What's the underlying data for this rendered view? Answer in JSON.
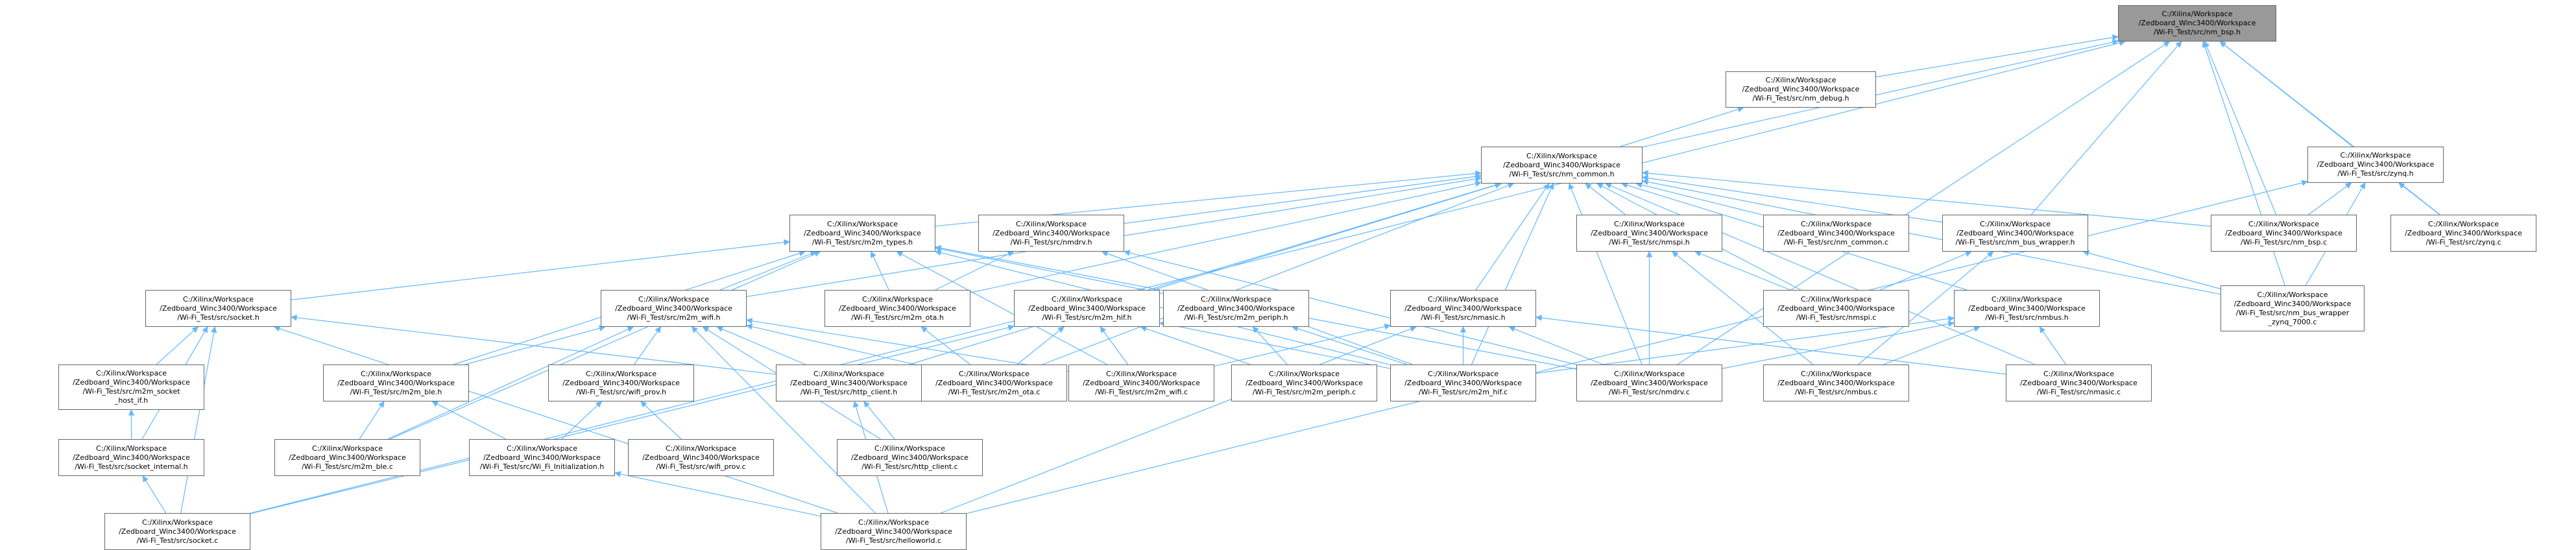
{
  "colors": {
    "edge": "#63b8ff",
    "node_border": "#666666",
    "node_fill": "#ffffff",
    "root_fill": "#999999"
  },
  "nodes": [
    {
      "id": "n1",
      "label": [
        "C:/Xilinx/Workspace",
        "/Zedboard_Winc3400/Workspace",
        "/Wi-Fi_Test/src/nm_bsp.h"
      ],
      "root": true
    },
    {
      "id": "n2",
      "label": [
        "C:/Xilinx/Workspace",
        "/Zedboard_Winc3400/Workspace",
        "/Wi-Fi_Test/src/nm_debug.h"
      ]
    },
    {
      "id": "n3",
      "label": [
        "C:/Xilinx/Workspace",
        "/Zedboard_Winc3400/Workspace",
        "/Wi-Fi_Test/src/nm_common.h"
      ]
    },
    {
      "id": "n4",
      "label": [
        "C:/Xilinx/Workspace",
        "/Zedboard_Winc3400/Workspace",
        "/Wi-Fi_Test/src/zynq.h"
      ]
    },
    {
      "id": "n5",
      "label": [
        "C:/Xilinx/Workspace",
        "/Zedboard_Winc3400/Workspace",
        "/Wi-Fi_Test/src/m2m_types.h"
      ]
    },
    {
      "id": "n6",
      "label": [
        "C:/Xilinx/Workspace",
        "/Zedboard_Winc3400/Workspace",
        "/Wi-Fi_Test/src/nmdrv.h"
      ]
    },
    {
      "id": "n7",
      "label": [
        "C:/Xilinx/Workspace",
        "/Zedboard_Winc3400/Workspace",
        "/Wi-Fi_Test/src/nmspi.h"
      ]
    },
    {
      "id": "n8",
      "label": [
        "C:/Xilinx/Workspace",
        "/Zedboard_Winc3400/Workspace",
        "/Wi-Fi_Test/src/nm_common.c"
      ]
    },
    {
      "id": "n9",
      "label": [
        "C:/Xilinx/Workspace",
        "/Zedboard_Winc3400/Workspace",
        "/Wi-Fi_Test/src/nm_bus_wrapper.h"
      ]
    },
    {
      "id": "n10",
      "label": [
        "C:/Xilinx/Workspace",
        "/Zedboard_Winc3400/Workspace",
        "/Wi-Fi_Test/src/nm_bsp.c"
      ]
    },
    {
      "id": "n11",
      "label": [
        "C:/Xilinx/Workspace",
        "/Zedboard_Winc3400/Workspace",
        "/Wi-Fi_Test/src/zynq.c"
      ]
    },
    {
      "id": "n12",
      "label": [
        "C:/Xilinx/Workspace",
        "/Zedboard_Winc3400/Workspace",
        "/Wi-Fi_Test/src/socket.h"
      ]
    },
    {
      "id": "n13",
      "label": [
        "C:/Xilinx/Workspace",
        "/Zedboard_Winc3400/Workspace",
        "/Wi-Fi_Test/src/m2m_wifi.h"
      ]
    },
    {
      "id": "n14",
      "label": [
        "C:/Xilinx/Workspace",
        "/Zedboard_Winc3400/Workspace",
        "/Wi-Fi_Test/src/m2m_ota.h"
      ]
    },
    {
      "id": "n15",
      "label": [
        "C:/Xilinx/Workspace",
        "/Zedboard_Winc3400/Workspace",
        "/Wi-Fi_Test/src/m2m_hif.h"
      ]
    },
    {
      "id": "n16",
      "label": [
        "C:/Xilinx/Workspace",
        "/Zedboard_Winc3400/Workspace",
        "/Wi-Fi_Test/src/m2m_periph.h"
      ]
    },
    {
      "id": "n17",
      "label": [
        "C:/Xilinx/Workspace",
        "/Zedboard_Winc3400/Workspace",
        "/Wi-Fi_Test/src/nmasic.h"
      ]
    },
    {
      "id": "n18",
      "label": [
        "C:/Xilinx/Workspace",
        "/Zedboard_Winc3400/Workspace",
        "/Wi-Fi_Test/src/nmspi.c"
      ]
    },
    {
      "id": "n19",
      "label": [
        "C:/Xilinx/Workspace",
        "/Zedboard_Winc3400/Workspace",
        "/Wi-Fi_Test/src/nmbus.h"
      ]
    },
    {
      "id": "n20",
      "label": [
        "C:/Xilinx/Workspace",
        "/Zedboard_Winc3400/Workspace",
        "/Wi-Fi_Test/src/nm_bus_wrapper",
        "_zynq_7000.c"
      ]
    },
    {
      "id": "n21",
      "label": [
        "C:/Xilinx/Workspace",
        "/Zedboard_Winc3400/Workspace",
        "/Wi-Fi_Test/src/m2m_socket",
        "_host_if.h"
      ]
    },
    {
      "id": "n22",
      "label": [
        "C:/Xilinx/Workspace",
        "/Zedboard_Winc3400/Workspace",
        "/Wi-Fi_Test/src/m2m_ble.h"
      ]
    },
    {
      "id": "n23",
      "label": [
        "C:/Xilinx/Workspace",
        "/Zedboard_Winc3400/Workspace",
        "/Wi-Fi_Test/src/wifi_prov.h"
      ]
    },
    {
      "id": "n24",
      "label": [
        "C:/Xilinx/Workspace",
        "/Zedboard_Winc3400/Workspace",
        "/Wi-Fi_Test/src/http_client.h"
      ]
    },
    {
      "id": "n25",
      "label": [
        "C:/Xilinx/Workspace",
        "/Zedboard_Winc3400/Workspace",
        "/Wi-Fi_Test/src/m2m_ota.c"
      ]
    },
    {
      "id": "n26",
      "label": [
        "C:/Xilinx/Workspace",
        "/Zedboard_Winc3400/Workspace",
        "/Wi-Fi_Test/src/m2m_wifi.c"
      ]
    },
    {
      "id": "n27",
      "label": [
        "C:/Xilinx/Workspace",
        "/Zedboard_Winc3400/Workspace",
        "/Wi-Fi_Test/src/m2m_periph.c"
      ]
    },
    {
      "id": "n28",
      "label": [
        "C:/Xilinx/Workspace",
        "/Zedboard_Winc3400/Workspace",
        "/Wi-Fi_Test/src/m2m_hif.c"
      ]
    },
    {
      "id": "n29",
      "label": [
        "C:/Xilinx/Workspace",
        "/Zedboard_Winc3400/Workspace",
        "/Wi-Fi_Test/src/nmdrv.c"
      ]
    },
    {
      "id": "n30",
      "label": [
        "C:/Xilinx/Workspace",
        "/Zedboard_Winc3400/Workspace",
        "/Wi-Fi_Test/src/nmbus.c"
      ]
    },
    {
      "id": "n31",
      "label": [
        "C:/Xilinx/Workspace",
        "/Zedboard_Winc3400/Workspace",
        "/Wi-Fi_Test/src/nmasic.c"
      ]
    },
    {
      "id": "n32",
      "label": [
        "C:/Xilinx/Workspace",
        "/Zedboard_Winc3400/Workspace",
        "/Wi-Fi_Test/src/socket_internal.h"
      ]
    },
    {
      "id": "n33",
      "label": [
        "C:/Xilinx/Workspace",
        "/Zedboard_Winc3400/Workspace",
        "/Wi-Fi_Test/src/m2m_ble.c"
      ]
    },
    {
      "id": "n34",
      "label": [
        "C:/Xilinx/Workspace",
        "/Zedboard_Winc3400/Workspace",
        "/Wi-Fi_Test/src/Wi_Fi_Initialization.h"
      ]
    },
    {
      "id": "n35",
      "label": [
        "C:/Xilinx/Workspace",
        "/Zedboard_Winc3400/Workspace",
        "/Wi-Fi_Test/src/wifi_prov.c"
      ]
    },
    {
      "id": "n36",
      "label": [
        "C:/Xilinx/Workspace",
        "/Zedboard_Winc3400/Workspace",
        "/Wi-Fi_Test/src/http_client.c"
      ]
    },
    {
      "id": "n37",
      "label": [
        "C:/Xilinx/Workspace",
        "/Zedboard_Winc3400/Workspace",
        "/Wi-Fi_Test/src/socket.c"
      ]
    },
    {
      "id": "n38",
      "label": [
        "C:/Xilinx/Workspace",
        "/Zedboard_Winc3400/Workspace",
        "/Wi-Fi_Test/src/helloworld.c"
      ]
    }
  ],
  "edges": [
    [
      "n1",
      "n2"
    ],
    [
      "n1",
      "n3"
    ],
    [
      "n1",
      "n4"
    ],
    [
      "n1",
      "n10"
    ],
    [
      "n1",
      "n11"
    ],
    [
      "n1",
      "n20"
    ],
    [
      "n1",
      "n9"
    ],
    [
      "n1",
      "n37"
    ],
    [
      "n1",
      "n29"
    ],
    [
      "n2",
      "n3"
    ],
    [
      "n3",
      "n5"
    ],
    [
      "n3",
      "n6"
    ],
    [
      "n3",
      "n7"
    ],
    [
      "n3",
      "n8"
    ],
    [
      "n3",
      "n9"
    ],
    [
      "n3",
      "n10"
    ],
    [
      "n3",
      "n13"
    ],
    [
      "n3",
      "n14"
    ],
    [
      "n3",
      "n15"
    ],
    [
      "n3",
      "n17"
    ],
    [
      "n3",
      "n19"
    ],
    [
      "n3",
      "n29"
    ],
    [
      "n3",
      "n31"
    ],
    [
      "n3",
      "n20"
    ],
    [
      "n3",
      "n18"
    ],
    [
      "n3",
      "n28"
    ],
    [
      "n3",
      "n24"
    ],
    [
      "n3",
      "n25"
    ],
    [
      "n4",
      "n10"
    ],
    [
      "n4",
      "n11"
    ],
    [
      "n4",
      "n20"
    ],
    [
      "n4",
      "n38"
    ],
    [
      "n5",
      "n12"
    ],
    [
      "n5",
      "n13"
    ],
    [
      "n5",
      "n14"
    ],
    [
      "n5",
      "n16"
    ],
    [
      "n5",
      "n22"
    ],
    [
      "n5",
      "n29"
    ],
    [
      "n5",
      "n28"
    ],
    [
      "n5",
      "n33"
    ],
    [
      "n5",
      "n26"
    ],
    [
      "n6",
      "n14"
    ],
    [
      "n6",
      "n28"
    ],
    [
      "n6",
      "n29"
    ],
    [
      "n7",
      "n18"
    ],
    [
      "n7",
      "n29"
    ],
    [
      "n7",
      "n30"
    ],
    [
      "n9",
      "n18"
    ],
    [
      "n9",
      "n20"
    ],
    [
      "n9",
      "n30"
    ],
    [
      "n12",
      "n21"
    ],
    [
      "n12",
      "n32"
    ],
    [
      "n12",
      "n37"
    ],
    [
      "n12",
      "n38"
    ],
    [
      "n12",
      "n24"
    ],
    [
      "n13",
      "n22"
    ],
    [
      "n13",
      "n23"
    ],
    [
      "n13",
      "n24"
    ],
    [
      "n13",
      "n26"
    ],
    [
      "n13",
      "n33"
    ],
    [
      "n13",
      "n38"
    ],
    [
      "n13",
      "n36"
    ],
    [
      "n13",
      "n25"
    ],
    [
      "n14",
      "n25"
    ],
    [
      "n15",
      "n25"
    ],
    [
      "n15",
      "n26"
    ],
    [
      "n15",
      "n28"
    ],
    [
      "n15",
      "n27"
    ],
    [
      "n15",
      "n37"
    ],
    [
      "n16",
      "n27"
    ],
    [
      "n16",
      "n28"
    ],
    [
      "n17",
      "n29"
    ],
    [
      "n17",
      "n31"
    ],
    [
      "n17",
      "n28"
    ],
    [
      "n17",
      "n26"
    ],
    [
      "n17",
      "n38"
    ],
    [
      "n19",
      "n29"
    ],
    [
      "n19",
      "n30"
    ],
    [
      "n19",
      "n31"
    ],
    [
      "n19",
      "n28"
    ],
    [
      "n21",
      "n32"
    ],
    [
      "n22",
      "n33"
    ],
    [
      "n22",
      "n34"
    ],
    [
      "n23",
      "n34"
    ],
    [
      "n23",
      "n35"
    ],
    [
      "n24",
      "n36"
    ],
    [
      "n24",
      "n38"
    ],
    [
      "n32",
      "n37"
    ],
    [
      "n34",
      "n38"
    ]
  ]
}
